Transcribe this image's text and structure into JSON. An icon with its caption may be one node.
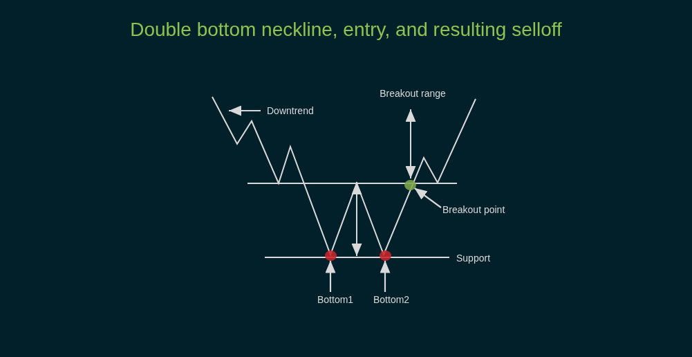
{
  "diagram": {
    "title": "Double bottom neckline, entry, and resulting selloff",
    "nodes": [
      {
        "text": [
          "Downtrend"
        ]
      },
      {
        "text": [
          "Breakout point"
        ]
      },
      {
        "text": [],
        "shape": "circle"
      },
      {
        "text": [],
        "shape": "circle"
      },
      {
        "text": [],
        "shape": "circle"
      },
      {
        "text": [
          "Bottom1"
        ]
      },
      {
        "text": [
          "Bottom2"
        ]
      }
    ],
    "edges": [
      {
        "from": 0,
        "to": null,
        "arrow": "to"
      },
      {
        "from": 1,
        "to": 2,
        "arrow": "to"
      },
      {
        "from": 5,
        "to": 3,
        "arrow": "to"
      },
      {
        "from": 6,
        "to": 4,
        "arrow": "to"
      }
    ],
    "labels": [
      "Breakout range",
      "Support"
    ]
  }
}
